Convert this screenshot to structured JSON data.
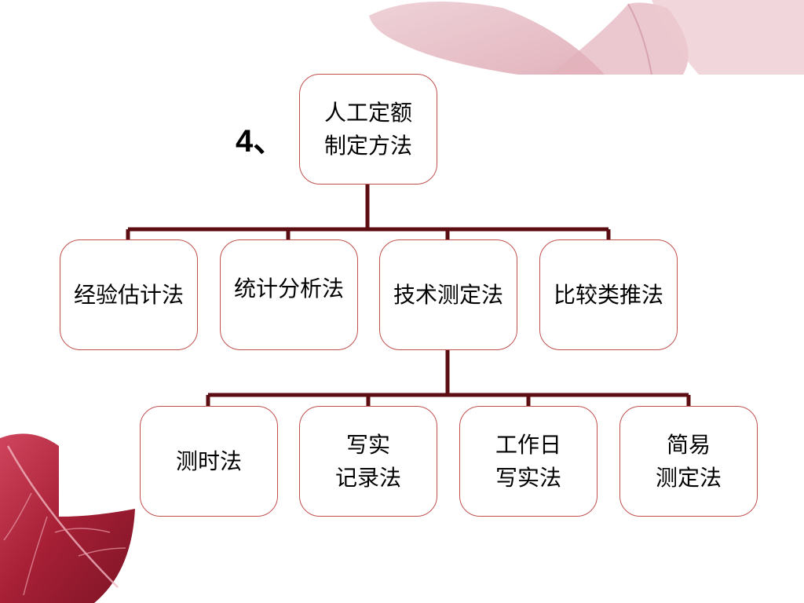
{
  "slide": {
    "number_label": "4、",
    "root": {
      "text": "人工定额\n制定方法"
    },
    "level1": [
      {
        "text": "经验估计法"
      },
      {
        "text": "统计分析法"
      },
      {
        "text": "技术测定法"
      },
      {
        "text": "比较类推法"
      }
    ],
    "level2": [
      {
        "text": "测时法"
      },
      {
        "text": "写实\n记录法"
      },
      {
        "text": "工作日\n写实法"
      },
      {
        "text": "简易\n测定法"
      }
    ]
  },
  "colors": {
    "connector": "#5c0d12",
    "box_border": "#c0504d",
    "leaf": "#b2283d"
  }
}
